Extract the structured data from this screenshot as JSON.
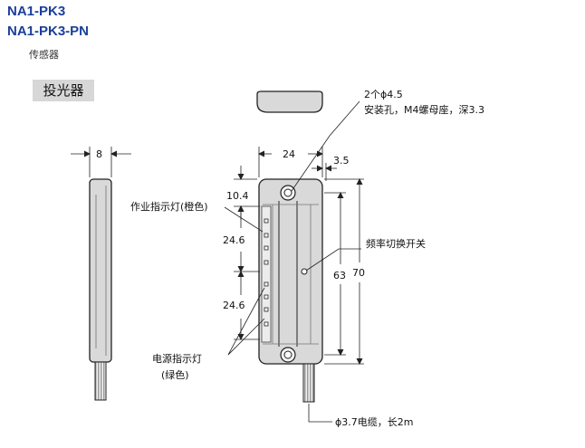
{
  "header": {
    "model_1": "NA1-PK3",
    "model_2": "NA1-PK3-PN",
    "category": "传感器"
  },
  "section": {
    "label": "投光器"
  },
  "dimensions": {
    "thickness": "8",
    "width": "24",
    "offset": "3.5",
    "top_margin": "10.4",
    "pitch_1": "24.6",
    "pitch_2": "24.6",
    "inner_length": "63",
    "total_length": "70"
  },
  "annotations": {
    "hole_line1": "2个ϕ4.5",
    "hole_line2": "安装孔，M4螺母座，深3.3",
    "work_indicator": "作业指示灯(橙色)",
    "freq_switch": "频率切换开关",
    "power_indicator_line1": "电源指示灯",
    "power_indicator_line2": "(绿色)",
    "cable": "ϕ3.7电缆，长2m"
  },
  "colors": {
    "title": "#1a3f9a",
    "label_bg": "#d7d7d7",
    "body_fill": "#d9d9d9",
    "line": "#222222"
  }
}
